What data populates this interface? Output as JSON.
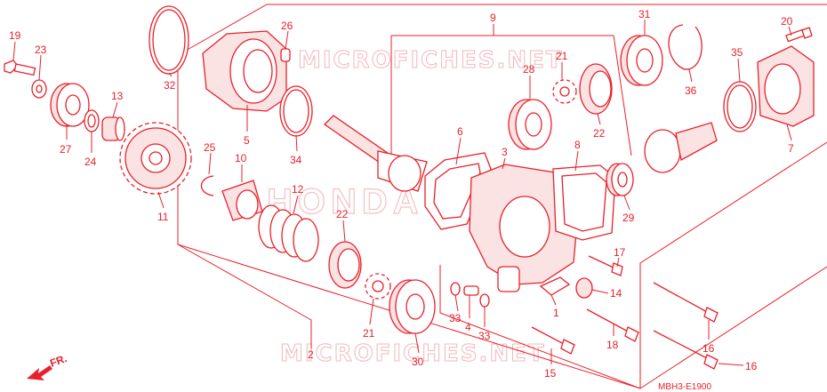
{
  "diagram": {
    "callouts": [
      "1",
      "2",
      "3",
      "4",
      "5",
      "6",
      "7",
      "8",
      "9",
      "10",
      "11",
      "12",
      "13",
      "14",
      "15",
      "16",
      "16",
      "17",
      "18",
      "19",
      "20",
      "21",
      "21",
      "22",
      "22",
      "23",
      "24",
      "25",
      "26",
      "27",
      "28",
      "29",
      "30",
      "31",
      "32",
      "33",
      "33",
      "34",
      "35",
      "36"
    ],
    "drawing_code": "MBH3-E1900",
    "direction_label": "FR.",
    "watermarks": [
      "MICROFICHES.NET",
      "HONDA",
      "MICROFICHES.NET"
    ]
  }
}
